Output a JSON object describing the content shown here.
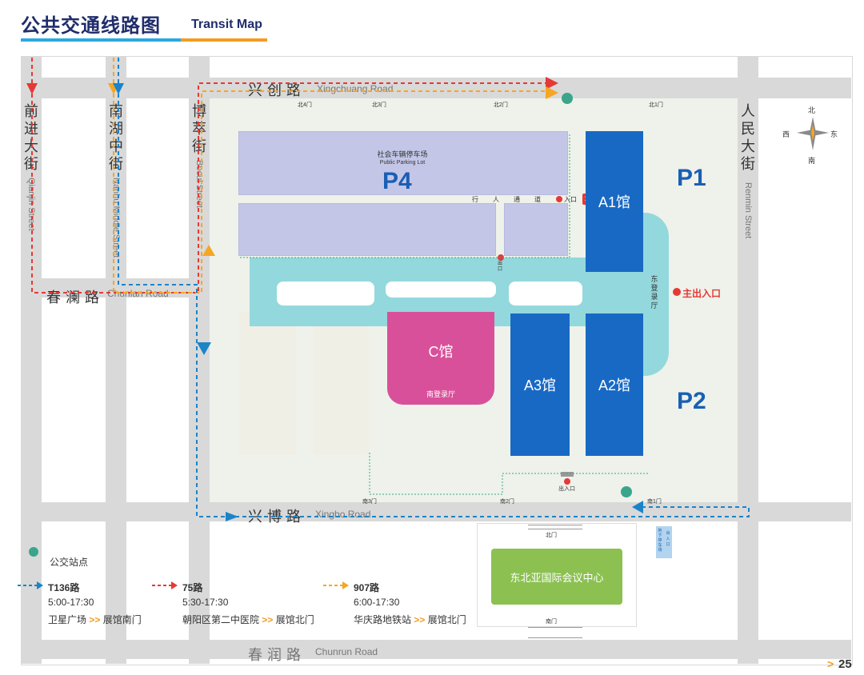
{
  "header": {
    "title_cn": "公共交通线路图",
    "title_en": "Transit Map"
  },
  "roads": {
    "xingchuang_cn": "兴创路",
    "xingchuang_en": "Xingchuang Road",
    "chunlan_cn": "春澜路",
    "chunlan_en": "Chunlan Road",
    "xingbo_cn": "兴博路",
    "xingbo_en": "Xingbo Road",
    "chunrun_cn": "春润路",
    "chunrun_en": "Chunrun Road",
    "qianjin_cn": "前进大街",
    "qianjin_en": "Qianjin Street",
    "nanhu_cn": "南湖中街",
    "nanhu_en": "Nanhu Middle Street",
    "bocui_cn": "博萃街",
    "bocui_en": "Bocui Street",
    "renmin_cn": "人民大街",
    "renmin_en": "Renmin Street"
  },
  "compass": {
    "north": "北",
    "south": "南",
    "east": "东",
    "west": "西"
  },
  "gates": {
    "north4": "北4门",
    "north3": "北3门",
    "north2": "北2门",
    "north1": "北1门",
    "south3": "南3门",
    "south2": "南2门",
    "south1": "南1门",
    "north_gate": "北门",
    "south_gate": "南门"
  },
  "parking": {
    "p4_cn": "社会车辆停车场",
    "p4_en": "Public Parking Lot",
    "p4": "P4",
    "p1": "P1",
    "p2": "P2"
  },
  "walkway": {
    "chars": [
      "行",
      "人",
      "通",
      "道"
    ],
    "entrance": "入口",
    "gate_num": "10"
  },
  "halls": {
    "a1": "A1馆",
    "a2": "A2馆",
    "a3": "A3馆",
    "c": "C馆",
    "c_sub": "南登录厅"
  },
  "east_lobby": [
    "东",
    "登",
    "录",
    "厅"
  ],
  "main_entrance": "主出入口",
  "exit_label": [
    "出",
    "口"
  ],
  "exit_entrance": "出入口",
  "side_exit": [
    "出",
    "入",
    "口"
  ],
  "side_exit2": [
    "地",
    "下",
    "停",
    "车",
    "场"
  ],
  "conference": "东北亚国际会议中心",
  "legend": {
    "bus_stop": "公交站点",
    "routes": [
      {
        "name": "T136路",
        "time": "5:00-17:30",
        "from": "卫星广场",
        "arrow": ">>",
        "to": "展馆南门",
        "color": "#1b84c9"
      },
      {
        "name": "75路",
        "time": "5:30-17:30",
        "from": "朝阳区第二中医院",
        "arrow": ">>",
        "to": "展馆北门",
        "color": "#e53935"
      },
      {
        "name": "907路",
        "time": "6:00-17:30",
        "from": "华庆路地铁站",
        "arrow": ">>",
        "to": "展馆北门",
        "color": "#f5a623"
      }
    ]
  },
  "page_number": "25"
}
